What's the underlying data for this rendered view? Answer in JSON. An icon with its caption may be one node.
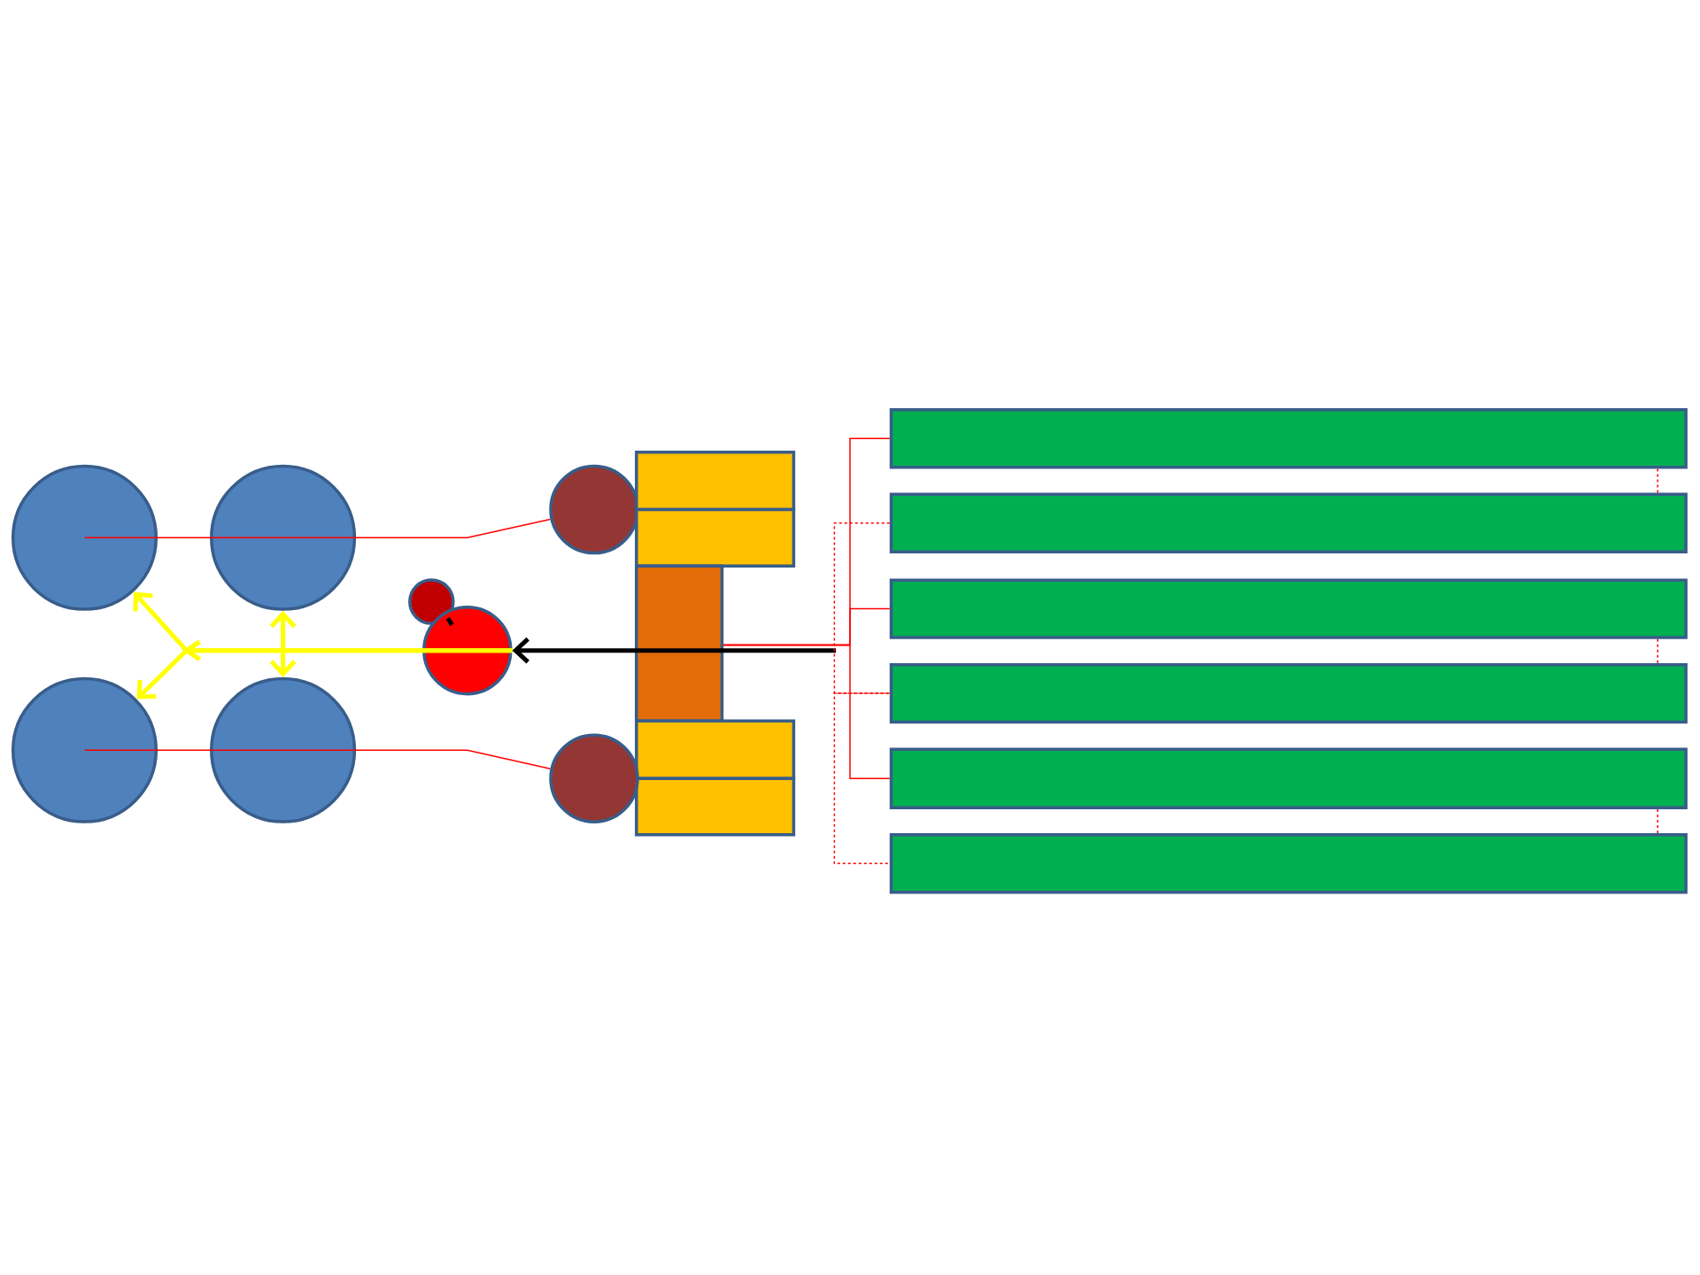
{
  "diagram": {
    "nodes": [
      {
        "text": [],
        "shape": "circle"
      },
      {
        "text": [],
        "shape": "circle"
      },
      {
        "text": [],
        "shape": "circle"
      },
      {
        "text": [],
        "shape": "circle"
      },
      {
        "text": [],
        "shape": "circle"
      },
      {
        "text": [],
        "shape": "box"
      },
      {
        "text": [],
        "shape": "box"
      },
      {
        "text": [],
        "shape": "box"
      },
      {
        "text": [],
        "shape": "box"
      },
      {
        "text": [],
        "shape": "box"
      },
      {
        "text": [],
        "shape": "circle"
      },
      {
        "text": [],
        "shape": "circle"
      },
      {
        "text": [],
        "shape": "circle"
      },
      {
        "text": [],
        "shape": "bar"
      },
      {
        "text": [],
        "shape": "bar"
      },
      {
        "text": [],
        "shape": "bar"
      },
      {
        "text": [],
        "shape": "bar"
      },
      {
        "text": [],
        "shape": "bar"
      },
      {
        "text": [],
        "shape": "bar"
      }
    ],
    "edges": [
      {
        "from": 1,
        "to": 4,
        "arrow": "none"
      },
      {
        "from": 12,
        "to": 10,
        "arrow": "none"
      },
      {
        "from": 3,
        "to": 0,
        "arrow": "to",
        "style": "thick",
        "color": "#ffff00"
      },
      {
        "from": 3,
        "to": 11,
        "arrow": "to",
        "style": "thick",
        "color": "#ffff00"
      },
      {
        "from": 1,
        "to": 12,
        "arrow": "both",
        "style": "thick",
        "color": "#ffff00"
      },
      {
        "from": null,
        "to": 3,
        "arrow": "to",
        "style": "thick",
        "color": "#000000"
      },
      {
        "from": 2,
        "to": 3,
        "arrow": "none",
        "style": "thick",
        "color": "#000000"
      },
      {
        "from": 7,
        "to": 13,
        "arrow": "none"
      },
      {
        "from": 7,
        "to": 15,
        "arrow": "none"
      },
      {
        "from": 7,
        "to": 17,
        "arrow": "none"
      },
      {
        "from": 14,
        "to": 16,
        "arrow": "none",
        "style": "dashed"
      },
      {
        "from": 16,
        "to": 18,
        "arrow": "none",
        "style": "dashed"
      },
      {
        "from": 13,
        "to": 14,
        "arrow": "none",
        "style": "dashed"
      },
      {
        "from": 15,
        "to": 16,
        "arrow": "none",
        "style": "dashed"
      },
      {
        "from": 17,
        "to": 18,
        "arrow": "none",
        "style": "dashed"
      },
      {
        "from": 0,
        "to": 1,
        "arrow": "none"
      },
      {
        "from": 11,
        "to": 12,
        "arrow": "none"
      }
    ]
  }
}
